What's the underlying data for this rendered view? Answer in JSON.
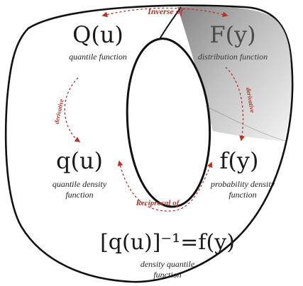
{
  "colors": {
    "arrow": "#b8322a",
    "outline": "#111111",
    "shade_dark": "#8a8a8a",
    "shade_light": "#f2f2f2"
  },
  "nodes": {
    "Q": {
      "symbol": "Q(u)",
      "caption": "quantile function"
    },
    "F": {
      "symbol": "F(y)",
      "caption": "distribution function"
    },
    "q": {
      "symbol": "q(u)",
      "caption_line1": "quantile  density",
      "caption_line2": "function"
    },
    "f": {
      "symbol": "f(y)",
      "caption_line1": "probability density",
      "caption_line2": "function"
    },
    "dq": {
      "symbol": "[q(u)]⁻¹=f(y)",
      "caption_line1": "density quantile",
      "caption_line2": "function"
    }
  },
  "relations": {
    "inverse": "Inverse of",
    "derivative_left": "derivative",
    "derivative_right": "derivative",
    "reciprocal": "Reciprocal of"
  }
}
